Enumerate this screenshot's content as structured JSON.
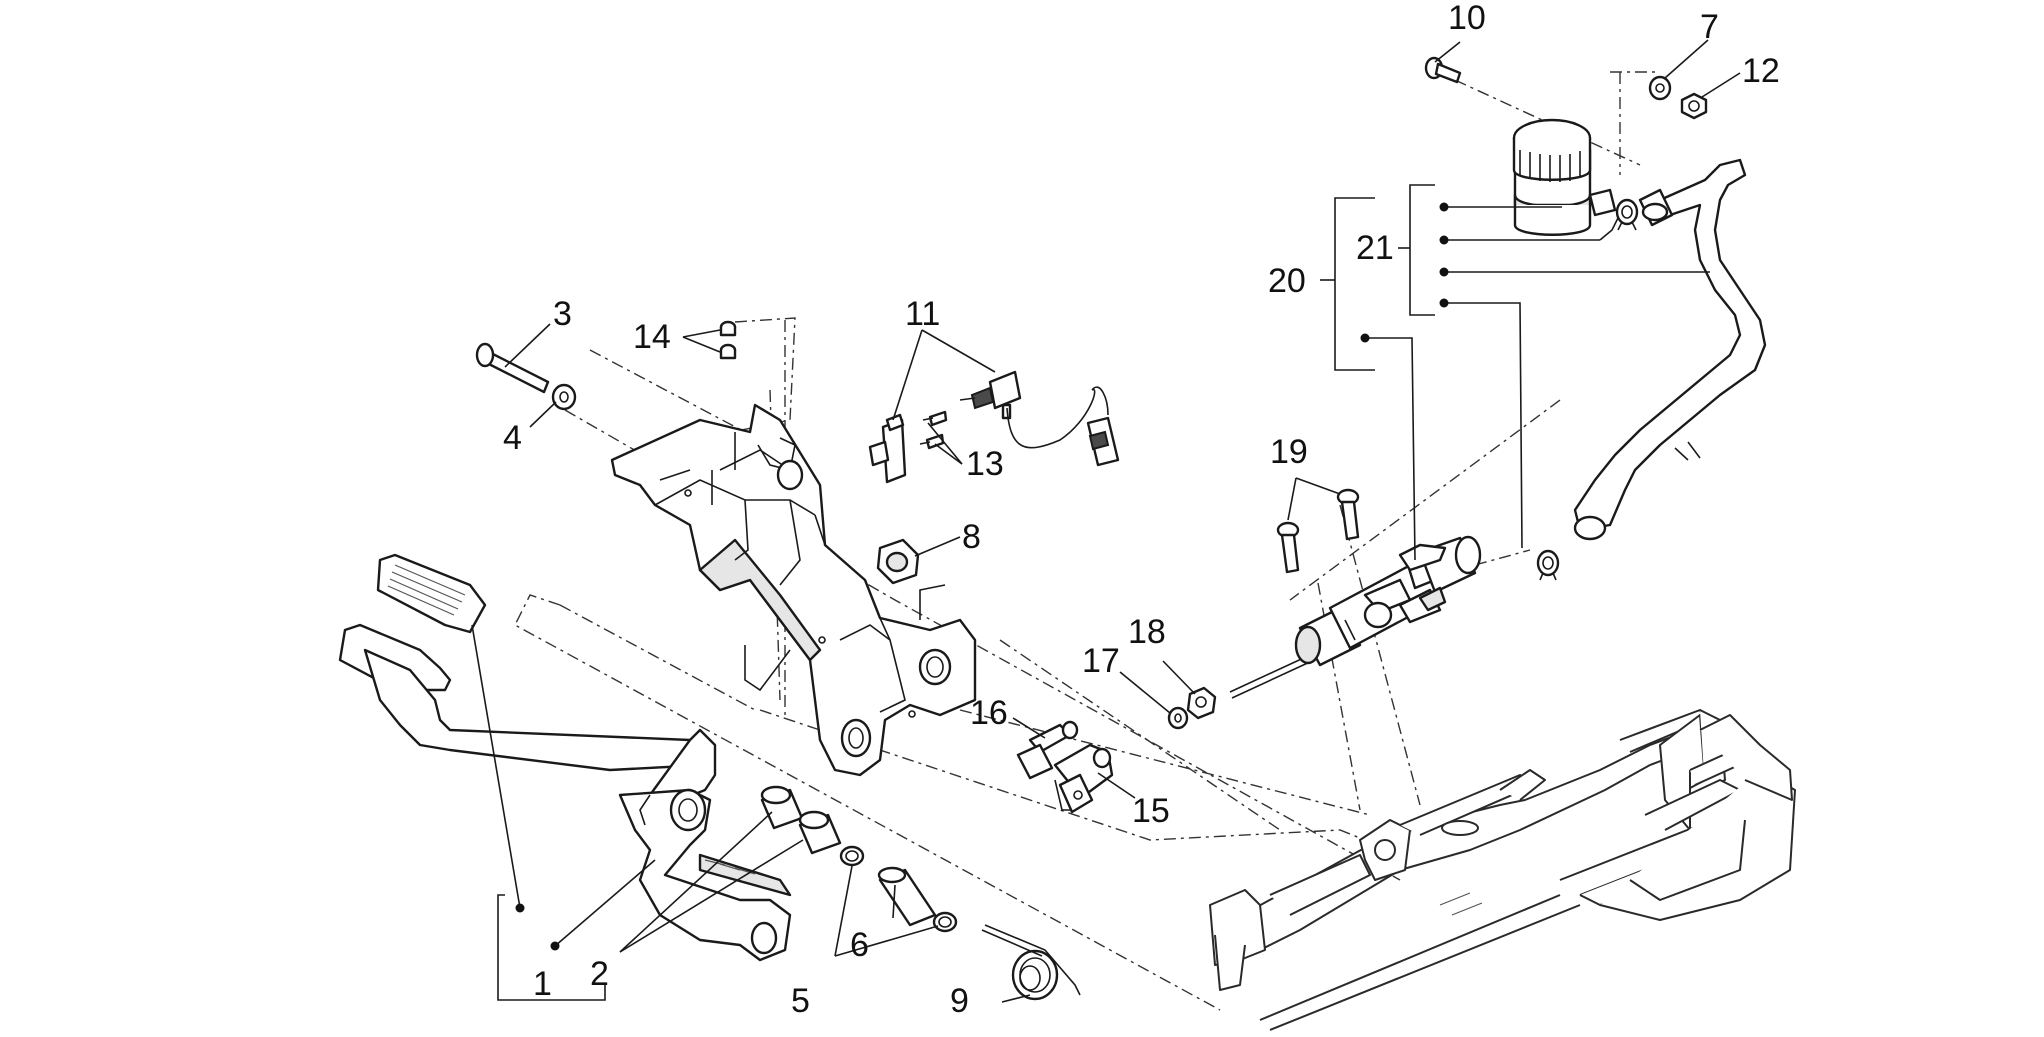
{
  "diagram": {
    "callouts": [
      {
        "id": "c1",
        "text": "1"
      },
      {
        "id": "c2",
        "text": "2"
      },
      {
        "id": "c3",
        "text": "3"
      },
      {
        "id": "c4",
        "text": "4"
      },
      {
        "id": "c5",
        "text": "5"
      },
      {
        "id": "c6",
        "text": "6"
      },
      {
        "id": "c7",
        "text": "7"
      },
      {
        "id": "c8",
        "text": "8"
      },
      {
        "id": "c9",
        "text": "9"
      },
      {
        "id": "c10",
        "text": "10"
      },
      {
        "id": "c11",
        "text": "11"
      },
      {
        "id": "c12",
        "text": "12"
      },
      {
        "id": "c13",
        "text": "13"
      },
      {
        "id": "c14",
        "text": "14"
      },
      {
        "id": "c15",
        "text": "15"
      },
      {
        "id": "c16",
        "text": "16"
      },
      {
        "id": "c17",
        "text": "17"
      },
      {
        "id": "c18",
        "text": "18"
      },
      {
        "id": "c19",
        "text": "19"
      },
      {
        "id": "c20",
        "text": "20"
      },
      {
        "id": "c21",
        "text": "21"
      }
    ]
  }
}
